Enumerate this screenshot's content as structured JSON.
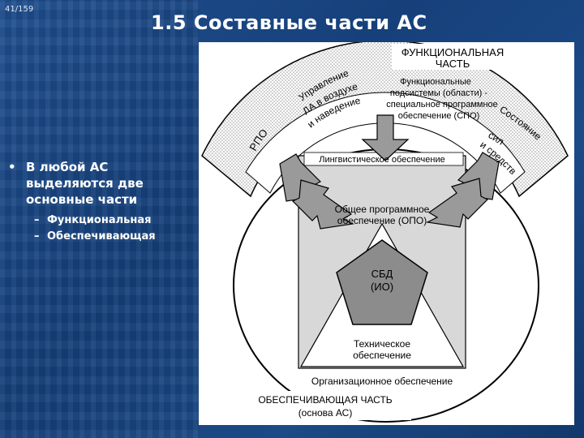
{
  "slide": {
    "number": "41/159",
    "title": "1.5 Составные части АС"
  },
  "bullet": {
    "main_line1": "В любой АС",
    "main_line2": "выделяются две",
    "main_line3": "основные части",
    "sub1": "Функциональная",
    "sub2": "Обеспечивающая"
  },
  "diagram": {
    "func_part_line1": "ФУНКЦИОНАЛЬНАЯ",
    "func_part_line2": "ЧАСТЬ",
    "func_sub_line1": "Функциональные",
    "func_sub_line2": "подсистемы (области) -",
    "func_sub_line3": "специальное программное",
    "func_sub_line4": "обеспечение (СПО)",
    "control_line1": "Управление",
    "control_line2": "ЛА в воздухе",
    "control_line3": "и наведение",
    "rpo": "РПО",
    "forces_line1": "Состояние",
    "forces_line2": "сил",
    "forces_line3": "и средств",
    "linguistic": "Лингвистическое обеспечение",
    "ops_line1": "Общее программное",
    "ops_line2": "обеспечение (ОПО)",
    "sbd_line1": "СБД",
    "sbd_line2": "(ИО)",
    "tech_line1": "Техническое",
    "tech_line2": "обеспечение",
    "org": "Организационное обеспечение",
    "support_part": "ОБЕСПЕЧИВАЮЩАЯ ЧАСТЬ",
    "support_basis": "(основа АС)"
  }
}
